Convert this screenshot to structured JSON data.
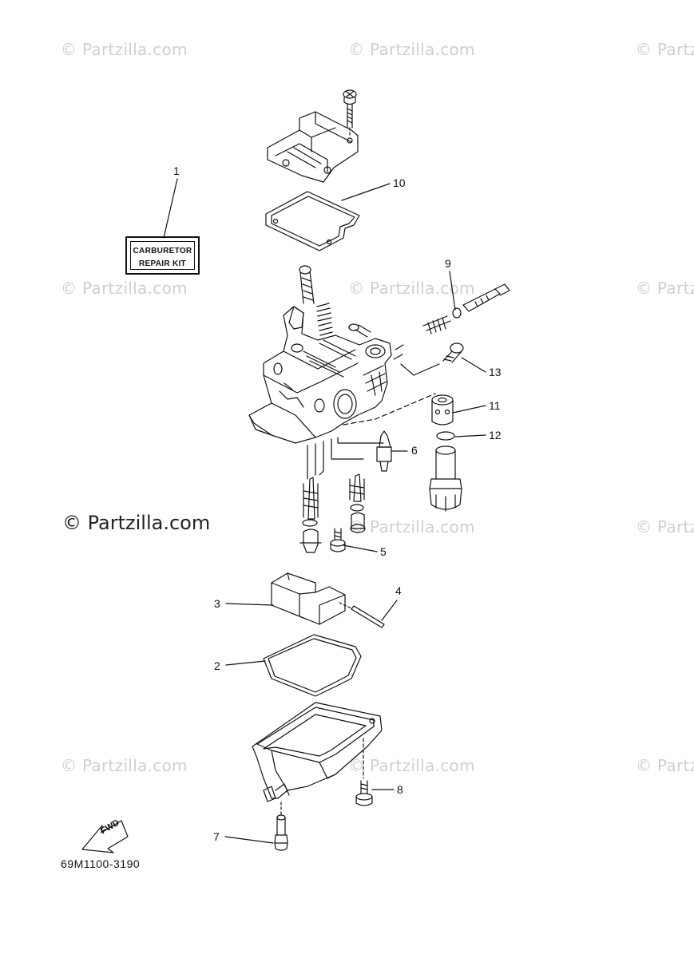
{
  "watermarks": [
    {
      "text": "© Partzilla.com"
    },
    {
      "text": "© Partzilla.com"
    },
    {
      "text": "© Partz"
    },
    {
      "text": "© Partzilla.com"
    },
    {
      "text": "© Partzilla.com"
    },
    {
      "text": "© Partz"
    },
    {
      "text": "© Partzilla.com"
    },
    {
      "text": "© Partz"
    },
    {
      "text": "© Partzilla.com"
    },
    {
      "text": "© Partzilla.com"
    },
    {
      "text": "© Partz"
    }
  ],
  "main_watermark": "© Partzilla.com",
  "repair_kit_label": {
    "line1": "CARBURETOR",
    "line2": "REPAIR KIT"
  },
  "callouts": [
    "1",
    "10",
    "9",
    "13",
    "11",
    "12",
    "6",
    "5",
    "3",
    "4",
    "2",
    "8",
    "7"
  ],
  "fwd_label": "FWD",
  "diagram_ref": "69M1100-3190"
}
